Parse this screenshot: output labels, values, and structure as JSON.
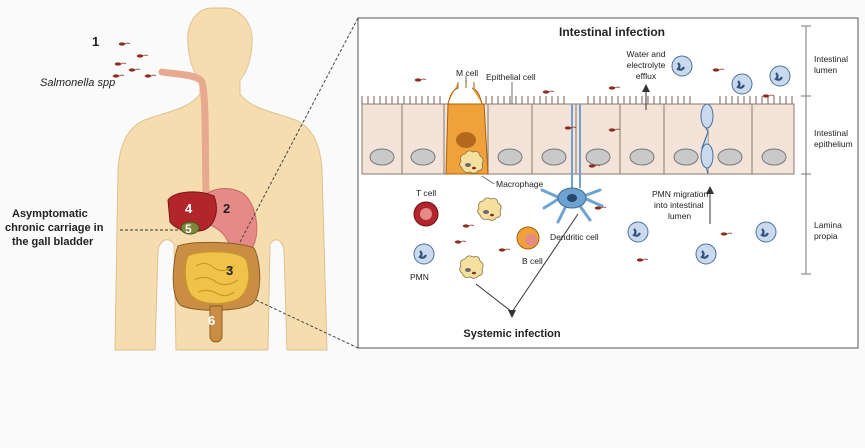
{
  "left": {
    "number_1": "1",
    "bacteria_label": "Salmonella spp",
    "organ_numbers": [
      "2",
      "3",
      "4",
      "5",
      "6"
    ],
    "carriage_label": [
      "Asymptomatic",
      "chronic carriage in",
      "the gall bladder"
    ]
  },
  "right": {
    "title": "Intestinal infection",
    "cell_labels": {
      "m_cell": "M cell",
      "epithelial_cell": "Epithelial cell",
      "water_efflux": [
        "Water and",
        "electrolyte",
        "efflux"
      ],
      "macrophage": "Macrophage",
      "t_cell": "T cell",
      "b_cell": "B cell",
      "pmn": "PMN",
      "dendritic_cell": "Dendritic cell",
      "pmn_migration": [
        "PMN migration",
        "into intestinal",
        "lumen"
      ]
    },
    "layers": {
      "lumen": [
        "Intestinal",
        "lumen"
      ],
      "epithelium": [
        "Intestinal",
        "epithelium"
      ],
      "lamina": [
        "Lamina",
        "propia"
      ]
    },
    "systemic": "Systemic infection"
  },
  "colors": {
    "skin": "#f6ddb0",
    "esophagus": "#e7a98f",
    "liver": "#b2262b",
    "stomach": "#e58a86",
    "intestine": "#f1c24a",
    "colon": "#c98e44",
    "epithelium_fill": "#f4e3d8",
    "m_cell": "#f0a13a",
    "dendritic": "#6fa3cf",
    "pmn": "#c9d9ee",
    "macrophage": "#f6e09f",
    "bacteria": "#8b2b20"
  }
}
